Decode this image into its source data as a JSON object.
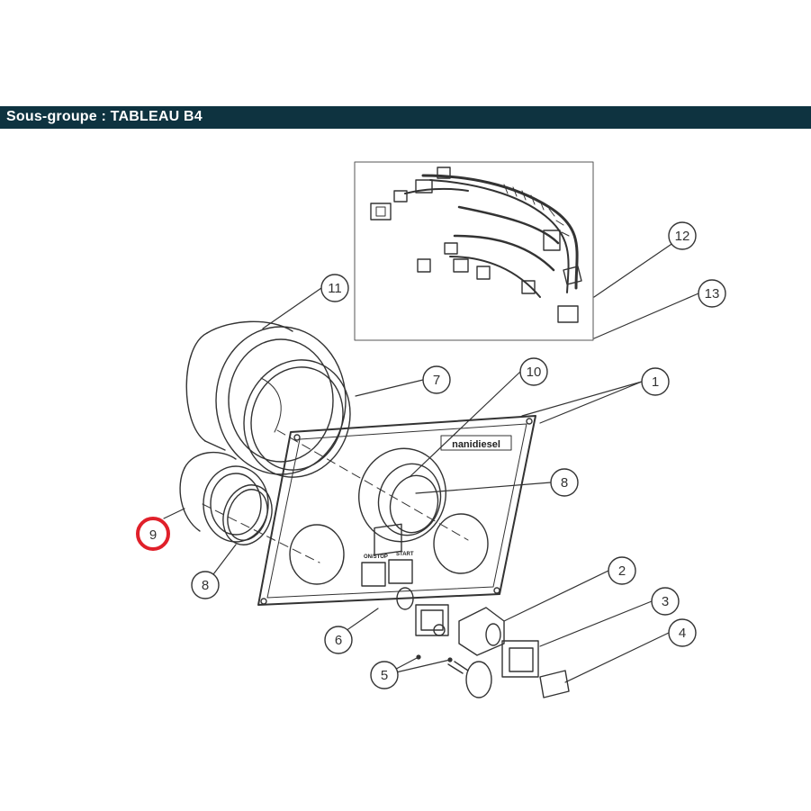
{
  "header": {
    "title": "Sous-groupe : TABLEAU B4"
  },
  "panel": {
    "logo_text": "nanidiesel",
    "label_stop": "ON/STOP",
    "label_start": "START"
  },
  "callouts": {
    "c1": "1",
    "c2": "2",
    "c3": "3",
    "c4": "4",
    "c5": "5",
    "c6": "6",
    "c7": "7",
    "c8a": "8",
    "c8b": "8",
    "c9": "9",
    "c10": "10",
    "c11": "11",
    "c12": "12",
    "c13": "13"
  },
  "colors": {
    "header_bg": "#0e3340",
    "highlight": "#e0202a",
    "line": "#333333"
  }
}
